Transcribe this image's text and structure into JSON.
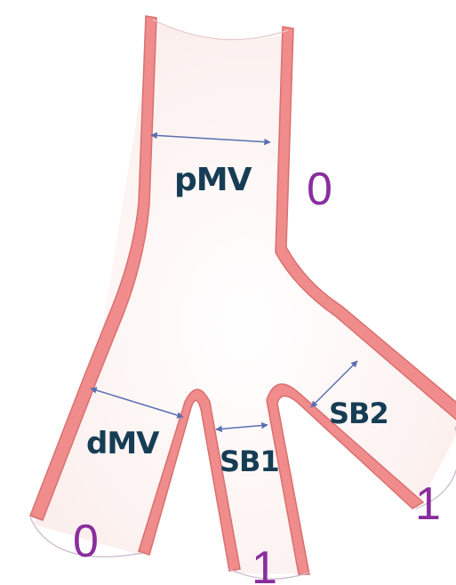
{
  "diagram": {
    "vessel_labels": {
      "pmv": "pMV",
      "dmv": "dMV",
      "sb1": "SB1",
      "sb2": "SB2"
    },
    "medina_values": {
      "pmv": "0",
      "dmv": "0",
      "sb1": "1",
      "sb2": "1"
    },
    "colors": {
      "vessel_wall": "#f08c8c",
      "wall_outline": "#d9706f",
      "lumen": "#fbf2f0",
      "measure_arrow": "#5a6fb0",
      "vessel_label": "#173d55",
      "medina_label": "#8a2e9c"
    }
  }
}
